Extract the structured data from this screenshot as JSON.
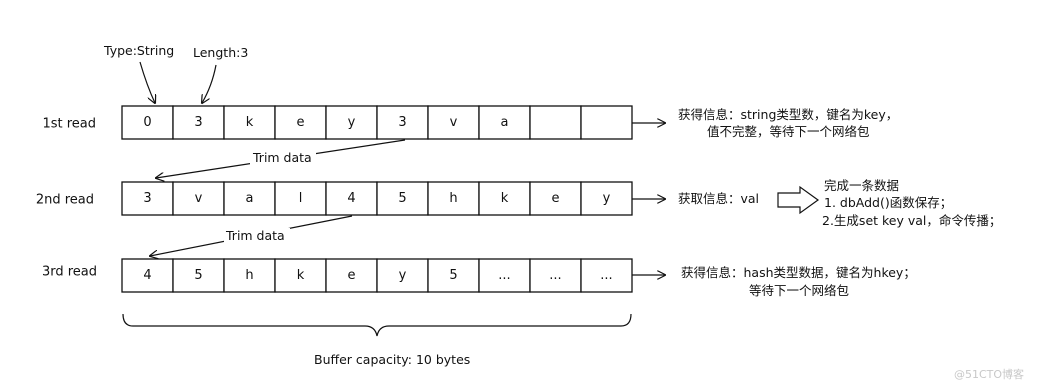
{
  "annotations": {
    "type_label": "Type:String",
    "length_label": "Length:3",
    "trim_1": "Trim data",
    "trim_2": "Trim data",
    "buffer_caption": "Buffer capacity: 10 bytes"
  },
  "rows": [
    {
      "label": "1st read",
      "cells": [
        "0",
        "3",
        "k",
        "e",
        "y",
        "3",
        "v",
        "a",
        "",
        ""
      ],
      "note_lines": [
        "获得信息：string类型数，键名为key，",
        "值不完整，等待下一个网络包"
      ]
    },
    {
      "label": "2nd read",
      "cells": [
        "3",
        "v",
        "a",
        "l",
        "4",
        "5",
        "h",
        "k",
        "e",
        "y"
      ],
      "note_lines": [
        "获取信息：val"
      ]
    },
    {
      "label": "3rd read",
      "cells": [
        "4",
        "5",
        "h",
        "k",
        "e",
        "y",
        "5",
        "...",
        "...",
        "..."
      ],
      "note_lines": [
        "获得信息：hash类型数据，键名为hkey；",
        "等待下一个网络包"
      ]
    }
  ],
  "result_box": {
    "lines": [
      "完成一条数据",
      "1. dbAdd()函数保存；",
      "2.生成set key val，命令传播；"
    ]
  },
  "watermark": "@51CTO博客"
}
